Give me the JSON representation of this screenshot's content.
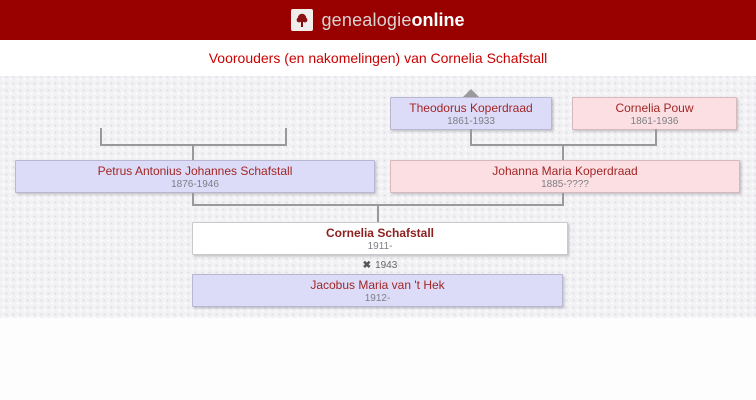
{
  "header": {
    "brand_regular": "genealogie",
    "brand_bold": "online",
    "logo_icon": "tree-icon"
  },
  "page": {
    "title": "Voorouders (en nakomelingen) van Cornelia Schafstall"
  },
  "tree": {
    "persons": [
      {
        "name": "Theodorus Koperdraad",
        "dates": "1861-1933",
        "gender": "male"
      },
      {
        "name": "Cornelia Pouw",
        "dates": "1861-1936",
        "gender": "female"
      },
      {
        "name": "Petrus Antonius Johannes Schafstall",
        "dates": "1876-1946",
        "gender": "male"
      },
      {
        "name": "Johanna Maria Koperdraad",
        "dates": "1885-????",
        "gender": "female"
      },
      {
        "name": "Cornelia Schafstall",
        "dates": "1911-",
        "gender": "female",
        "focus": true
      },
      {
        "name": "Jacobus Maria van 't Hek",
        "dates": "1912-",
        "gender": "male"
      }
    ],
    "marriage": {
      "symbol": "✖",
      "year": "1943"
    },
    "more_ancestors_indicator": "triangle-up above Theodorus Koperdraad"
  },
  "colors": {
    "header_bg": "#990000",
    "title_text": "#cc0000",
    "person_name_text": "#a32626",
    "dates_text": "#7e7e86",
    "male_box_bg": "#dcdcf8",
    "female_box_bg": "#fbdfe2",
    "focus_box_bg": "#ffffff",
    "connector_line": "#999999",
    "tree_bg": "#f2f1f4"
  }
}
